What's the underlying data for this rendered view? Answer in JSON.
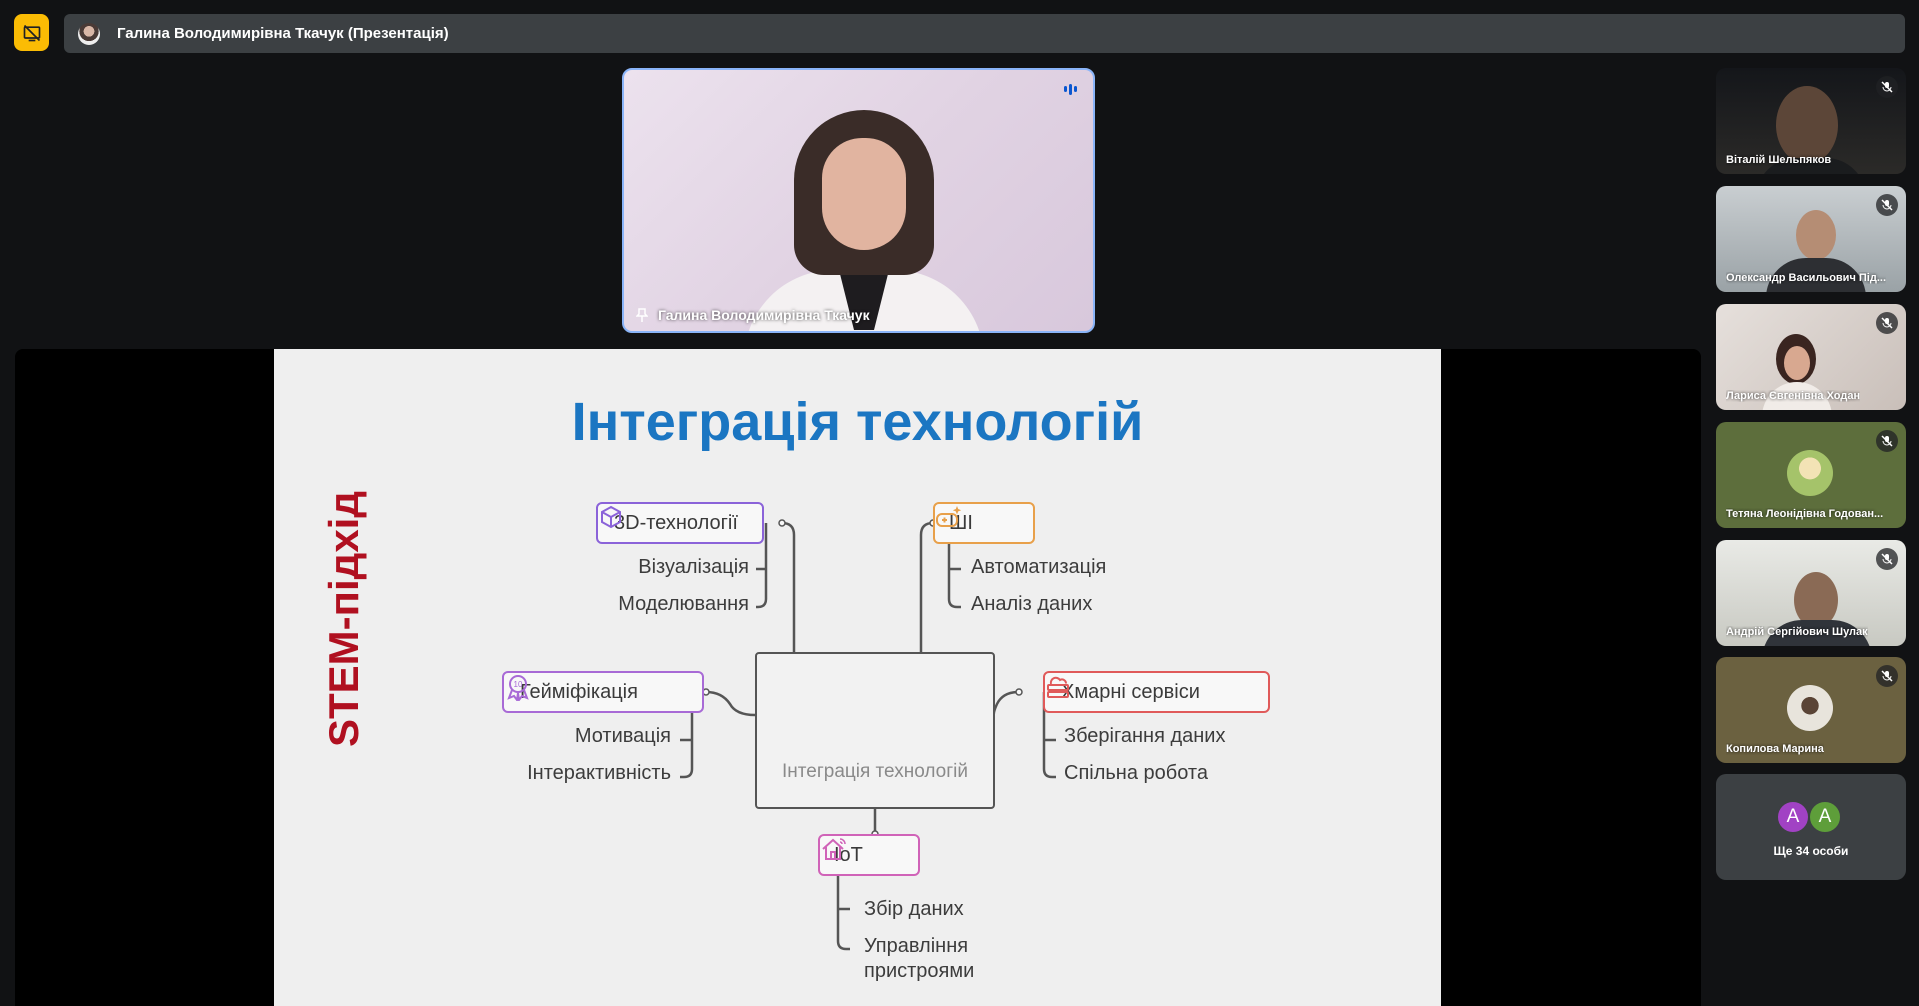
{
  "header": {
    "title": "Галина Володимирівна Ткачук (Презентація)"
  },
  "speaker": {
    "name": "Галина Володимирівна Ткачук"
  },
  "slide": {
    "title": "Інтеграція технологій",
    "side_label": "STEM-підхід",
    "center_label": "Інтеграція технологій",
    "branches": {
      "tech3d": {
        "label": "3D-технології",
        "items": [
          "Візуалізація",
          "Моделювання"
        ]
      },
      "ai": {
        "label": "ШІ",
        "items": [
          "Автоматизація",
          "Аналіз даних"
        ]
      },
      "gamification": {
        "label": "Гейміфікація",
        "items": [
          "Мотивація",
          "Інтерактивність"
        ]
      },
      "cloud": {
        "label": "Хмарні сервіси",
        "items": [
          "Зберігання даних",
          "Спільна робота"
        ]
      },
      "iot": {
        "label": "IoT",
        "items": [
          "Збір даних",
          "Управління",
          "пристроями"
        ]
      }
    },
    "colors": {
      "title": "#1b76c2",
      "side_label": "#b01020",
      "tech3d": "#8b63d9",
      "ai": "#e8a04a",
      "gamification": "#a86ad6",
      "cloud": "#e05a5a",
      "iot": "#d063b8"
    }
  },
  "participants": [
    {
      "name": "Віталій Шельпяков",
      "mic": "muted"
    },
    {
      "name": "Олександр Васильович Під...",
      "mic": "muted"
    },
    {
      "name": "Лариса Євгенівна Ходан",
      "mic": "muted"
    },
    {
      "name": "Тетяна Леонідівна Годован...",
      "mic": "muted"
    },
    {
      "name": "Андрій Сергійович Шулак",
      "mic": "muted"
    },
    {
      "name": "Копилова Марина",
      "mic": "muted"
    }
  ],
  "more": {
    "avatars": [
      "A",
      "A"
    ],
    "label": "Ще 34 особи",
    "colors": [
      "#a142c4",
      "#5e9e3a"
    ]
  }
}
